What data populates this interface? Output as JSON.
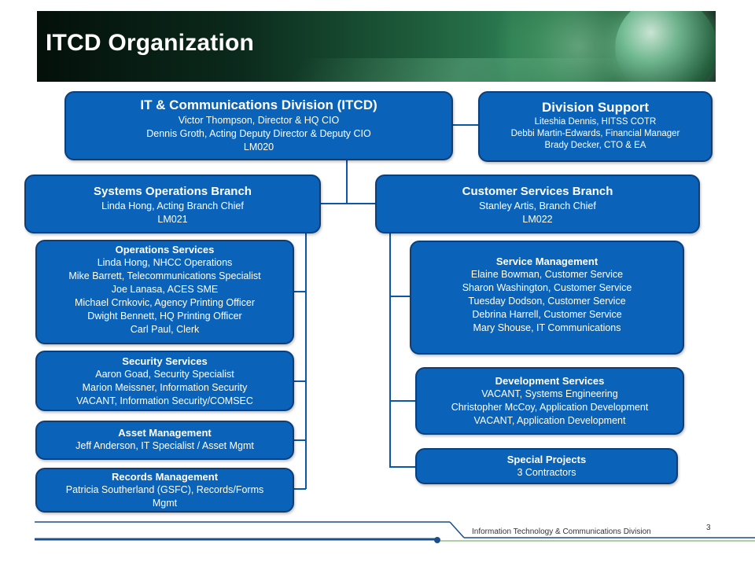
{
  "title": "ITCD Organization",
  "itcd": {
    "name": "IT & Communications Division (ITCD)",
    "lines": [
      "Victor Thompson, Director & HQ CIO",
      "Dennis Groth, Acting Deputy Director & Deputy CIO",
      "LM020"
    ]
  },
  "division_support": {
    "name": "Division Support",
    "lines": [
      "Liteshia Dennis,  HITSS COTR",
      "Debbi Martin-Edwards, Financial Manager",
      "Brady Decker, CTO & EA"
    ]
  },
  "systems_ops": {
    "name": "Systems Operations Branch",
    "lines": [
      "Linda Hong, Acting Branch Chief",
      "LM021"
    ]
  },
  "customer_services": {
    "name": "Customer Services Branch",
    "lines": [
      "Stanley Artis, Branch Chief",
      "LM022"
    ]
  },
  "operations_services": {
    "name": "Operations Services",
    "lines": [
      "Linda Hong, NHCC Operations",
      "Mike Barrett, Telecommunications Specialist",
      "Joe Lanasa, ACES SME",
      "Michael Crnkovic, Agency Printing Officer",
      "Dwight Bennett, HQ Printing Officer",
      "Carl Paul, Clerk"
    ]
  },
  "security_services": {
    "name": "Security Services",
    "lines": [
      "Aaron Goad, Security Specialist",
      "Marion Meissner, Information Security",
      "VACANT, Information Security/COMSEC"
    ]
  },
  "asset_management": {
    "name": "Asset Management",
    "lines": [
      "Jeff Anderson, IT Specialist / Asset Mgmt"
    ]
  },
  "records_management": {
    "name": "Records Management",
    "lines": [
      "Patricia Southerland (GSFC), Records/Forms",
      "Mgmt"
    ]
  },
  "service_management": {
    "name": "Service Management",
    "lines": [
      "Elaine Bowman, Customer Service",
      "Sharon Washington,   Customer Service",
      "Tuesday Dodson, Customer Service",
      "Debrina Harrell, Customer Service",
      "Mary Shouse, IT Communications"
    ]
  },
  "development_services": {
    "name": "Development Services",
    "lines": [
      "VACANT, Systems Engineering",
      "Christopher McCoy,  Application Development",
      "VACANT, Application Development"
    ]
  },
  "special_projects": {
    "name": "Special Projects",
    "lines": [
      "3 Contractors"
    ]
  },
  "footer": {
    "text": "Information Technology & Communications Division",
    "page": "3"
  },
  "colors": {
    "box": "#0a63b8",
    "border": "#0b3f7a",
    "footer_line": "#1a4f8a",
    "footer_accent": "#5aa04a"
  }
}
